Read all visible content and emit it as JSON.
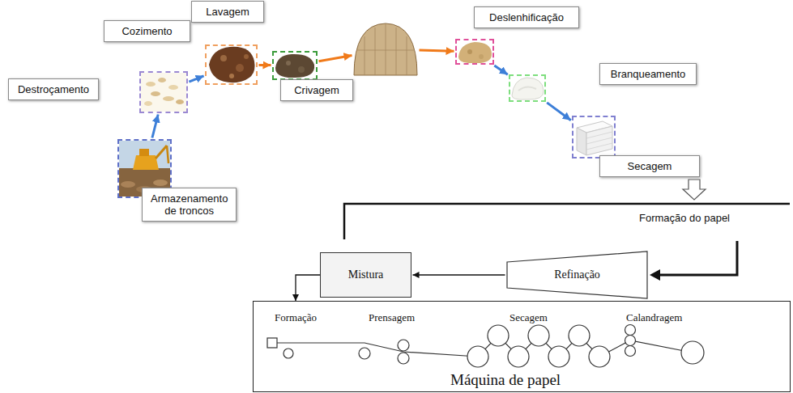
{
  "diagram": {
    "nodes": [
      {
        "text": [
          "Armazenamento de troncos"
        ]
      },
      {
        "text": [
          "Destroçamento"
        ]
      },
      {
        "text": [
          "Cozimento"
        ]
      },
      {
        "text": [
          "Lavagem"
        ]
      },
      {
        "text": [
          "Crivagem"
        ]
      },
      {
        "text": [
          "Deslenhificação"
        ]
      },
      {
        "text": [
          "Branqueamento"
        ]
      },
      {
        "text": [
          "Secagem"
        ]
      },
      {
        "text": [
          "Refinação"
        ]
      },
      {
        "text": [
          "Mistura"
        ]
      },
      {
        "text": [
          "Formação",
          "Prensagem",
          "Secagem",
          "Calandragem",
          "Máquina de papel"
        ]
      }
    ],
    "edges": [
      {
        "from": 0,
        "to": 1,
        "arrow": "to"
      },
      {
        "from": 1,
        "to": 2,
        "arrow": "to"
      },
      {
        "from": 2,
        "to": 3,
        "arrow": "to"
      },
      {
        "from": 3,
        "to": 4,
        "arrow": "to"
      },
      {
        "from": 4,
        "to": 5,
        "arrow": "to"
      },
      {
        "from": 5,
        "to": 6,
        "arrow": "to"
      },
      {
        "from": 6,
        "to": 7,
        "arrow": "to"
      },
      {
        "from": 8,
        "to": 9,
        "arrow": "to"
      },
      {
        "from": 9,
        "to": 10,
        "arrow": "to"
      }
    ],
    "labels": [
      "Formação do papel"
    ]
  }
}
